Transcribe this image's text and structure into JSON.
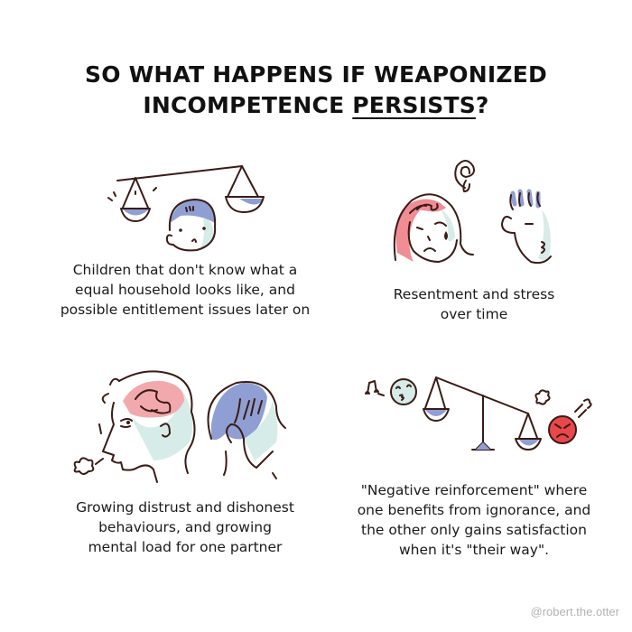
{
  "title": {
    "line1": "SO WHAT HAPPENS IF WEAPONIZED",
    "line2_prefix": "INCOMPETENCE ",
    "line2_underlined": "PERSISTS",
    "line2_suffix": "?"
  },
  "panels": [
    {
      "id": "children",
      "illustration": "unbalanced-scale-with-child-icon",
      "caption_lines": [
        "Children that don't know what a",
        "equal household looks like, and",
        "possible entitlement issues later on"
      ]
    },
    {
      "id": "resentment",
      "illustration": "upset-woman-and-whistling-man-icon",
      "caption_lines": [
        "Resentment and stress",
        "over time"
      ]
    },
    {
      "id": "distrust",
      "illustration": "two-heads-turned-away-icon",
      "caption_lines": [
        "Growing distrust and dishonest",
        "behaviours, and growing",
        "mental load for one partner"
      ]
    },
    {
      "id": "negative-reinforcement",
      "illustration": "tilted-scale-happy-and-angry-face-icon",
      "caption_lines": [
        "\"Negative reinforcement\" where",
        "one benefits from ignorance, and",
        "the other only gains satisfaction",
        "when it's \"their way\"."
      ]
    }
  ],
  "credit": "@robert.the.otter",
  "colors": {
    "ink": "#3a1b16",
    "blue": "#8f9fd3",
    "mint": "#d6ece8",
    "pink": "#f08c93",
    "brain_pink": "#f2a9ad",
    "angry_red": "#e8474c",
    "credit_gray": "#b3b3b3"
  }
}
